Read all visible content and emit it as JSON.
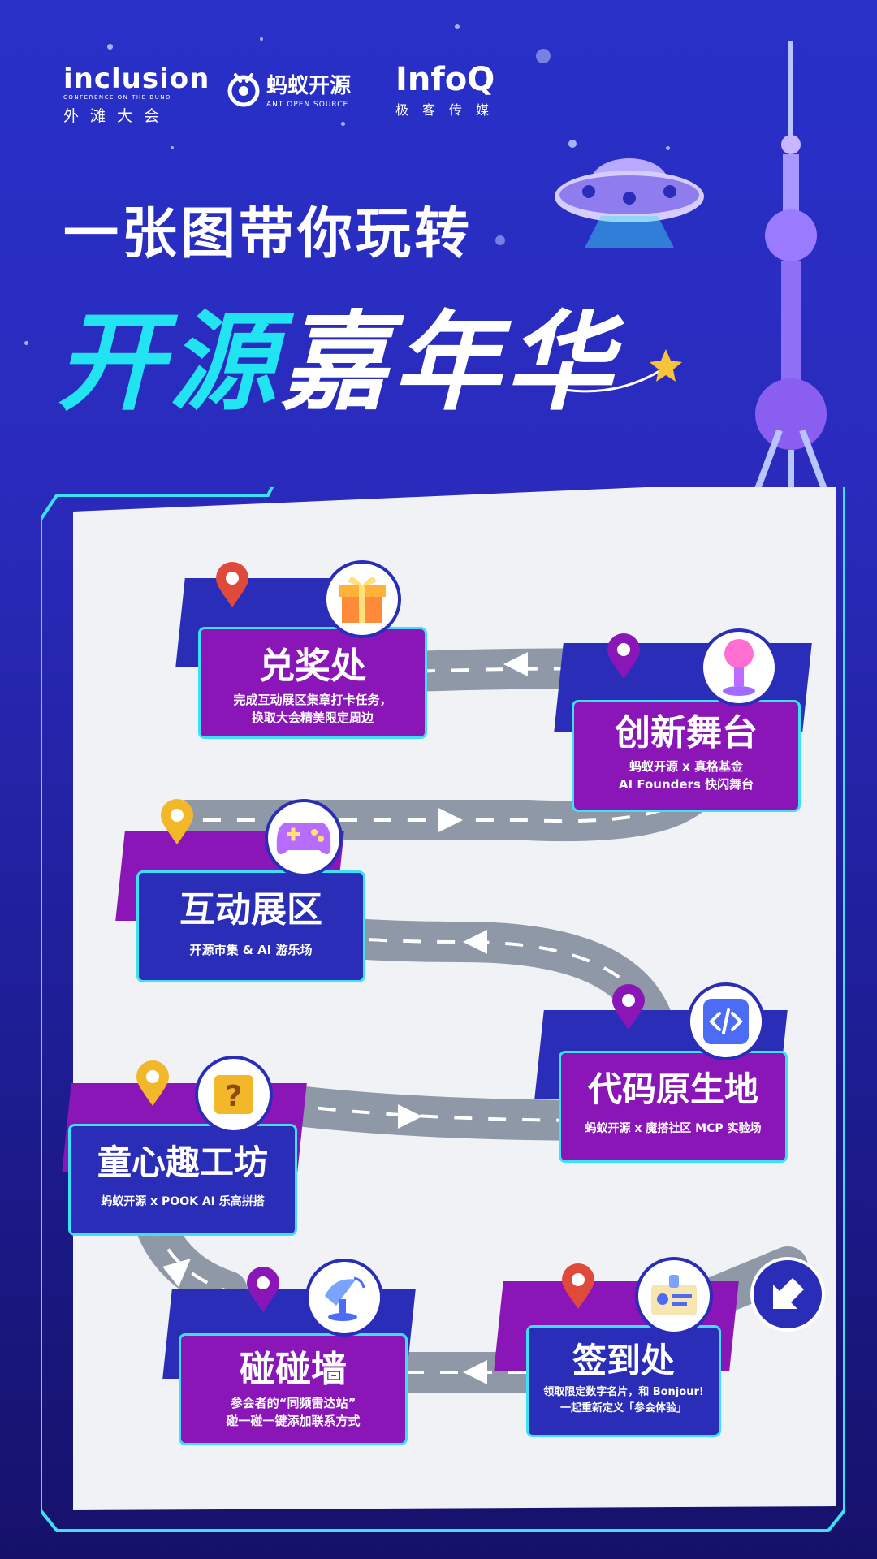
{
  "logos": {
    "inclusion_main": "inclusion",
    "inclusion_sub": "CONFERENCE ON THE BUND",
    "inclusion_cn": "外滩大会",
    "ant_cn": "蚂蚁开源",
    "ant_en": "ANT OPEN SOURCE",
    "infoq": "InfoQ",
    "infoq_cn": "极客传媒"
  },
  "headline": {
    "line1": "一张图带你玩转",
    "line2_cyan": "开源",
    "line2_white": "嘉年华"
  },
  "stations": [
    {
      "title": "兑奖处",
      "desc_1": "完成互动展区集章打卡任务，",
      "desc_2": "换取大会精美限定周边",
      "icon": "gift-icon"
    },
    {
      "title": "创新舞台",
      "desc_1": "蚂蚁开源 x 真格基金",
      "desc_2": "AI Founders 快闪舞台",
      "icon": "microphone-icon"
    },
    {
      "title": "互动展区",
      "desc_1": "开源市集 & AI 游乐场",
      "icon": "gamepad-icon"
    },
    {
      "title": "代码原生地",
      "desc_1": "蚂蚁开源 x 魔搭社区 MCP 实验场",
      "icon": "code-icon"
    },
    {
      "title": "童心趣工坊",
      "desc_1": "蚂蚁开源 x POOK AI 乐高拼搭",
      "icon": "question-block-icon"
    },
    {
      "title": "碰碰墙",
      "desc_1": "参会者的“同频雷达站”",
      "desc_2": "碰一碰一键添加联系方式",
      "icon": "satellite-dish-icon"
    },
    {
      "title": "签到处",
      "desc_1": "领取限定数字名片，和 Bonjour!",
      "desc_2": "一起重新定义「参会体验」",
      "icon": "badge-icon"
    }
  ],
  "colors": {
    "cyan": "#22e3f2",
    "purple": "#8a16b8",
    "blue": "#2a2db8",
    "road": "#8e98a6",
    "pin_red": "#e04a3a",
    "pin_yellow": "#f3b72a",
    "pin_purple": "#8a16b8"
  }
}
